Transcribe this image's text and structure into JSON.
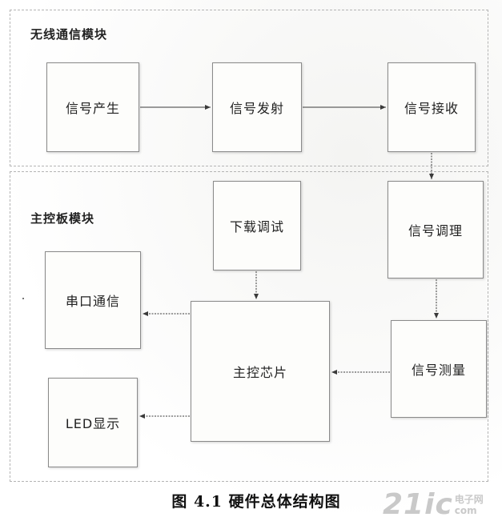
{
  "wireless_module": {
    "title": "无线通信模块",
    "blocks": {
      "signal_generate": "信号产生",
      "signal_transmit": "信号发射",
      "signal_receive": "信号接收"
    }
  },
  "main_board_module": {
    "title": "主控板模块",
    "blocks": {
      "download_debug": "下载调试",
      "signal_condition": "信号调理",
      "serial_comm": "串口通信",
      "main_chip": "主控芯片",
      "signal_measure": "信号测量",
      "led_display": "LED显示"
    }
  },
  "caption": "图 4.1  硬件总体结构图",
  "watermark": {
    "logo": "21ic",
    "line1": "电子网",
    "line2": "com"
  },
  "colors": {
    "box_border": "#8a8a8a",
    "module_border": "#b4b4b4",
    "arrow": "#3a3a3a"
  }
}
